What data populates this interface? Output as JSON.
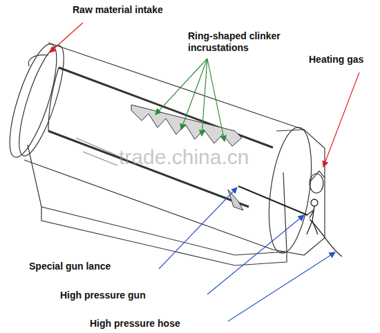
{
  "diagram": {
    "labels": [
      "Raw material intake",
      "Ring-shaped clinker incrustations",
      "Heating gas",
      "trade.china.cn",
      "Special gun lance",
      "High pressure gun",
      "High pressure hose"
    ]
  }
}
